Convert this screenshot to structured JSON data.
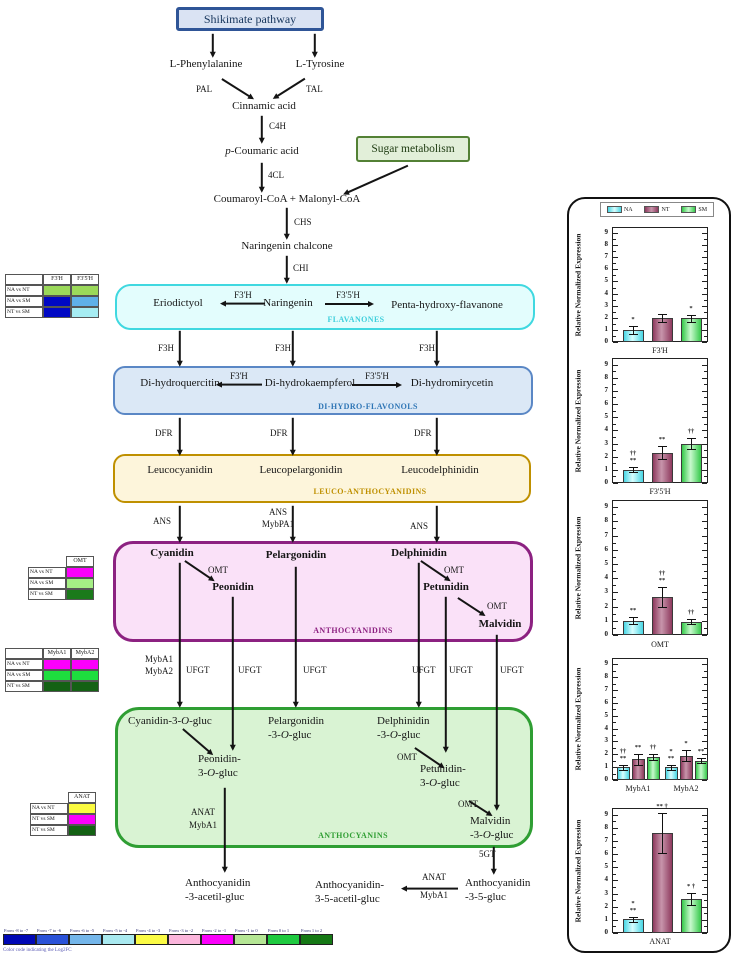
{
  "pathway": {
    "shikimate_box": "Shikimate pathway",
    "sugar_box": "Sugar metabolism",
    "metabolites": {
      "l_phenylalanine": "L-Phenylalanine",
      "l_tyrosine": "L-Tyrosine",
      "cinnamic_acid": "Cinnamic acid",
      "p_coumaric_italic": "p",
      "p_coumaric_rest": "-Coumaric acid",
      "coumaroyl_malonyl": "Coumaroyl-CoA + Malonyl-CoA",
      "naringenin_chalcone": "Naringenin chalcone",
      "eriodictyol": "Eriodictyol",
      "naringenin": "Naringenin",
      "penta_hydroxy_flavanone": "Penta-hydroxy-flavanone",
      "di_hydroquercitin": "Di-hydroquercitin",
      "di_hydrokaempferol": "Di-hydrokaempferol",
      "di_hydromirycetin": "Di-hydromirycetin",
      "leucocyanidin": "Leucocyanidin",
      "leucopelargonidin": "Leucopelargonidin",
      "leucodelphinidin": "Leucodelphinidin",
      "cyanidin": "Cyanidin",
      "peonidin": "Peonidin",
      "pelargonidin": "Pelargonidin",
      "delphinidin": "Delphinidin",
      "petunidin": "Petunidin",
      "malvidin": "Malvidin",
      "cyanidin_gluc_pre": "Cyanidin-3-",
      "peonidin_gluc_l1": "Peonidin-",
      "pelargonidin_gluc_l1": "Pelargonidin",
      "delphinidin_gluc_l1": "Delphinidin",
      "petunidin_gluc_l1": "Petunidin-",
      "malvidin_gluc_l1": "Malvidin",
      "gluc_o": "O",
      "gluc_suffix": "-gluc",
      "gluc_pre_dash": "-3-",
      "gluc_pre_plain": "3-",
      "anthocyanidin_3acetil_l1": "Anthocyanidin",
      "anthocyanidin_3acetil_l2": "-3-acetil-gluc",
      "anthocyanidin_35acetil_l1": "Anthocyanidin-",
      "anthocyanidin_35acetil_l2": "3-5-acetil-gluc",
      "anthocyanidin_35gluc_l1": "Anthocyanidin",
      "anthocyanidin_35gluc_l2": "-3-5-gluc"
    },
    "enzymes": {
      "pal": "PAL",
      "tal": "TAL",
      "c4h": "C4H",
      "cl4": "4CL",
      "chs": "CHS",
      "chi": "CHI",
      "f3ph": "F3'H",
      "f35ph": "F3'5'H",
      "f3h": "F3H",
      "dfr": "DFR",
      "ans": "ANS",
      "mybpa1": "MybPA1",
      "omt": "OMT",
      "myba1": "MybA1",
      "myba2": "MybA2",
      "ufgt": "UFGT",
      "anat": "ANAT",
      "gt5": "5GT"
    },
    "stage_labels": {
      "flavanones": "FLAVANONES",
      "dihydroflavonols": "DI-HYDRO-FLAVONOLS",
      "leucoanthocyanidins": "LEUCO-ANTHOCYANIDINS",
      "anthocyanidins": "ANTHOCYANIDINS",
      "anthocyanins": "ANTHOCYANINS"
    }
  },
  "heatmaps": [
    {
      "headers": [
        "F3'H",
        "F3'5'H"
      ],
      "rows": [
        {
          "label": "NA vs NT",
          "colors": [
            "#9bd95a",
            "#9bd95a"
          ]
        },
        {
          "label": "NA vs SM",
          "colors": [
            "#0008c4",
            "#5fb0e8"
          ]
        },
        {
          "label": "NT vs SM",
          "colors": [
            "#0008c4",
            "#a6ecf2"
          ]
        }
      ]
    },
    {
      "headers": [
        "OMT"
      ],
      "rows": [
        {
          "label": "NA vs NT",
          "colors": [
            "#fb00fb"
          ]
        },
        {
          "label": "NA vs SM",
          "colors": [
            "#a5ee85"
          ]
        },
        {
          "label": "NT vs SM",
          "colors": [
            "#1b7a1b"
          ]
        }
      ]
    },
    {
      "headers": [
        "MybA1",
        "MybA2"
      ],
      "rows": [
        {
          "label": "NA vs NT",
          "colors": [
            "#fb00fb",
            "#fb00fb"
          ]
        },
        {
          "label": "NA vs SM",
          "colors": [
            "#1ede3e",
            "#1ede3e"
          ]
        },
        {
          "label": "NT vs SM",
          "colors": [
            "#146114",
            "#146114"
          ]
        }
      ]
    },
    {
      "headers": [
        "ANAT"
      ],
      "rows": [
        {
          "label": "NA vs NT",
          "colors": [
            "#fbfb40"
          ]
        },
        {
          "label": "NT vs SM",
          "colors": [
            "#fb00fb"
          ]
        },
        {
          "label": "NT vs SM",
          "colors": [
            "#146114"
          ]
        }
      ]
    }
  ],
  "color_scale": {
    "caption": "Color code indicating the Log2FC",
    "bins": [
      {
        "label": "From -8 to -7",
        "color": "#0007b5"
      },
      {
        "label": "From -7 to -6",
        "color": "#2a52d8"
      },
      {
        "label": "From -6 to -5",
        "color": "#74b6ea"
      },
      {
        "label": "From -5 to -4",
        "color": "#a9e9f0"
      },
      {
        "label": "From -4 to -3",
        "color": "#fbfb45"
      },
      {
        "label": "From -3 to -2",
        "color": "#fbb5dc"
      },
      {
        "label": "From -2 to -1",
        "color": "#fb00fb"
      },
      {
        "label": "From -1 to 0",
        "color": "#b5e695"
      },
      {
        "label": "From 0 to 1",
        "color": "#1fca40"
      },
      {
        "label": "From 1 to 2",
        "color": "#157815"
      }
    ]
  },
  "legend": {
    "items": [
      "NA",
      "NT",
      "SM"
    ]
  },
  "series_colors": {
    "NA": "#49d6e4",
    "NT": "#8e3a5e",
    "SM": "#35c94a"
  },
  "chart_data": [
    {
      "type": "bar",
      "name": "F3'H",
      "ylabel": "Relative Normalized Expression",
      "ylim": [
        0,
        9
      ],
      "groups": [
        {
          "label": "F3'H",
          "bars": [
            {
              "series": "NA",
              "value": 1.0,
              "err": 0.3,
              "sig": [
                "*"
              ]
            },
            {
              "series": "NT",
              "value": 2.0,
              "err": 0.35,
              "sig": []
            },
            {
              "series": "SM",
              "value": 1.95,
              "err": 0.3,
              "sig": [
                "*"
              ]
            }
          ]
        }
      ]
    },
    {
      "type": "bar",
      "name": "F3'5'H",
      "ylabel": "Relative Normalized Expression",
      "ylim": [
        0,
        9
      ],
      "groups": [
        {
          "label": "F3'5'H",
          "bars": [
            {
              "series": "NA",
              "value": 1.0,
              "err": 0.2,
              "sig": [
                "††",
                "**"
              ]
            },
            {
              "series": "NT",
              "value": 2.3,
              "err": 0.5,
              "sig": [
                "**"
              ]
            },
            {
              "series": "SM",
              "value": 3.0,
              "err": 0.4,
              "sig": [
                "††"
              ]
            }
          ]
        }
      ]
    },
    {
      "type": "bar",
      "name": "OMT",
      "ylabel": "Relative Normalized Expression",
      "ylim": [
        0,
        9
      ],
      "groups": [
        {
          "label": "OMT",
          "bars": [
            {
              "series": "NA",
              "value": 1.0,
              "err": 0.25,
              "sig": [
                "**"
              ]
            },
            {
              "series": "NT",
              "value": 2.7,
              "err": 0.7,
              "sig": [
                "††",
                "**"
              ]
            },
            {
              "series": "SM",
              "value": 0.95,
              "err": 0.15,
              "sig": [
                "††"
              ]
            }
          ]
        }
      ]
    },
    {
      "type": "bar",
      "name": "MybA1 / MybA2",
      "ylabel": "Relative Normalized Expression",
      "ylim": [
        0,
        9
      ],
      "groups": [
        {
          "label": "MybA1",
          "bars": [
            {
              "series": "NA",
              "value": 1.0,
              "err": 0.2,
              "sig": [
                "††",
                "**"
              ]
            },
            {
              "series": "NT",
              "value": 1.6,
              "err": 0.4,
              "sig": [
                "**"
              ]
            },
            {
              "series": "SM",
              "value": 1.8,
              "err": 0.25,
              "sig": [
                "††"
              ]
            }
          ]
        },
        {
          "label": "MybA2",
          "bars": [
            {
              "series": "NA",
              "value": 1.0,
              "err": 0.2,
              "sig": [
                "*",
                "**"
              ]
            },
            {
              "series": "NT",
              "value": 1.9,
              "err": 0.45,
              "sig": [
                "*"
              ]
            },
            {
              "series": "SM",
              "value": 1.5,
              "err": 0.2,
              "sig": [
                "**"
              ]
            }
          ]
        }
      ]
    },
    {
      "type": "bar",
      "name": "ANAT",
      "ylabel": "Relative Normalized Expression",
      "ylim": [
        0,
        9
      ],
      "groups": [
        {
          "label": "ANAT",
          "bars": [
            {
              "series": "NA",
              "value": 1.05,
              "err": 0.2,
              "sig": [
                "*",
                "**"
              ]
            },
            {
              "series": "NT",
              "value": 7.6,
              "err": 1.5,
              "sig": [
                "**  †"
              ]
            },
            {
              "series": "SM",
              "value": 2.6,
              "err": 0.45,
              "sig": [
                "*  †"
              ]
            }
          ]
        }
      ]
    }
  ]
}
